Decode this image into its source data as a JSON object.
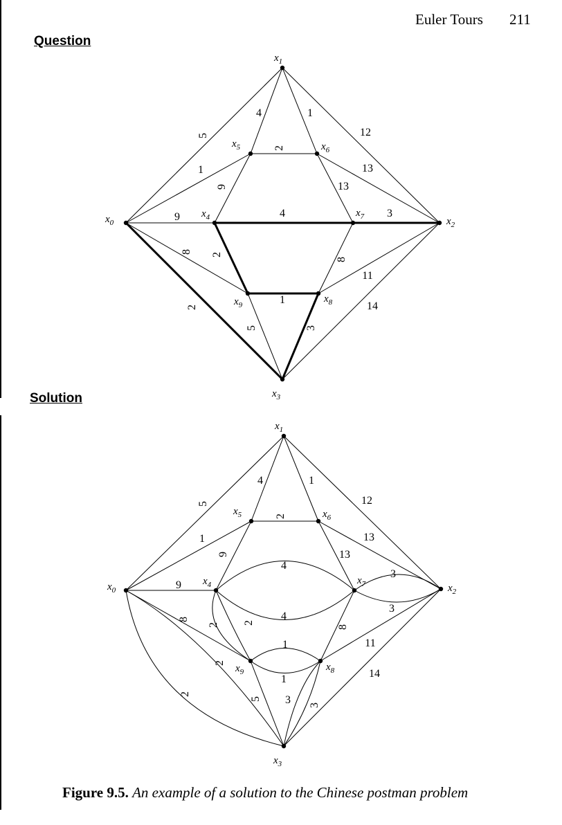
{
  "header": {
    "title": "Euler Tours",
    "page_number": "211"
  },
  "sections": {
    "question_label": "Question",
    "solution_label": "Solution"
  },
  "question_graph": {
    "vertices": [
      "x0",
      "x1",
      "x2",
      "x3",
      "x4",
      "x5",
      "x6",
      "x7",
      "x8",
      "x9"
    ],
    "edges": [
      {
        "from": "x0",
        "to": "x1",
        "weight": "5",
        "bold": false
      },
      {
        "from": "x0",
        "to": "x5",
        "weight": "1",
        "bold": false
      },
      {
        "from": "x0",
        "to": "x4",
        "weight": "9",
        "bold": false
      },
      {
        "from": "x0",
        "to": "x9",
        "weight": "8",
        "bold": false
      },
      {
        "from": "x0",
        "to": "x3",
        "weight": "2",
        "bold": true
      },
      {
        "from": "x1",
        "to": "x5",
        "weight": "4",
        "bold": false
      },
      {
        "from": "x1",
        "to": "x6",
        "weight": "1",
        "bold": false
      },
      {
        "from": "x1",
        "to": "x2",
        "weight": "12",
        "bold": false
      },
      {
        "from": "x5",
        "to": "x6",
        "weight": "2",
        "bold": false
      },
      {
        "from": "x6",
        "to": "x2",
        "weight": "13",
        "bold": false
      },
      {
        "from": "x5",
        "to": "x4",
        "weight": "9",
        "bold": false
      },
      {
        "from": "x6",
        "to": "x7",
        "weight": "13",
        "bold": false
      },
      {
        "from": "x4",
        "to": "x7",
        "weight": "4",
        "bold": true
      },
      {
        "from": "x7",
        "to": "x2",
        "weight": "3",
        "bold": true
      },
      {
        "from": "x4",
        "to": "x9",
        "weight": "2",
        "bold": true
      },
      {
        "from": "x7",
        "to": "x8",
        "weight": "8",
        "bold": false
      },
      {
        "from": "x9",
        "to": "x8",
        "weight": "1",
        "bold": true
      },
      {
        "from": "x8",
        "to": "x2",
        "weight": "11",
        "bold": false
      },
      {
        "from": "x9",
        "to": "x3",
        "weight": "5",
        "bold": false
      },
      {
        "from": "x8",
        "to": "x3",
        "weight": "3",
        "bold": true
      },
      {
        "from": "x3",
        "to": "x2",
        "weight": "14",
        "bold": false
      }
    ]
  },
  "solution_graph": {
    "vertices": [
      "x0",
      "x1",
      "x2",
      "x3",
      "x4",
      "x5",
      "x6",
      "x7",
      "x8",
      "x9"
    ],
    "edges": [
      {
        "from": "x0",
        "to": "x1",
        "weight": "5"
      },
      {
        "from": "x0",
        "to": "x5",
        "weight": "1"
      },
      {
        "from": "x0",
        "to": "x4",
        "weight": "9"
      },
      {
        "from": "x0",
        "to": "x9",
        "weight": "8"
      },
      {
        "from": "x0",
        "to": "x3",
        "weight": "2"
      },
      {
        "from": "x0",
        "to": "x3",
        "weight": "2"
      },
      {
        "from": "x1",
        "to": "x5",
        "weight": "4"
      },
      {
        "from": "x1",
        "to": "x6",
        "weight": "1"
      },
      {
        "from": "x1",
        "to": "x2",
        "weight": "12"
      },
      {
        "from": "x5",
        "to": "x6",
        "weight": "2"
      },
      {
        "from": "x6",
        "to": "x2",
        "weight": "13"
      },
      {
        "from": "x5",
        "to": "x4",
        "weight": "9"
      },
      {
        "from": "x6",
        "to": "x7",
        "weight": "13"
      },
      {
        "from": "x4",
        "to": "x7",
        "weight": "4"
      },
      {
        "from": "x4",
        "to": "x7",
        "weight": "4"
      },
      {
        "from": "x7",
        "to": "x2",
        "weight": "3"
      },
      {
        "from": "x7",
        "to": "x2",
        "weight": "3"
      },
      {
        "from": "x4",
        "to": "x9",
        "weight": "2"
      },
      {
        "from": "x4",
        "to": "x9",
        "weight": "2"
      },
      {
        "from": "x7",
        "to": "x8",
        "weight": "8"
      },
      {
        "from": "x9",
        "to": "x8",
        "weight": "1"
      },
      {
        "from": "x9",
        "to": "x8",
        "weight": "1"
      },
      {
        "from": "x8",
        "to": "x2",
        "weight": "11"
      },
      {
        "from": "x9",
        "to": "x3",
        "weight": "5"
      },
      {
        "from": "x8",
        "to": "x3",
        "weight": "3"
      },
      {
        "from": "x8",
        "to": "x3",
        "weight": "3"
      },
      {
        "from": "x3",
        "to": "x2",
        "weight": "14"
      }
    ]
  },
  "caption": {
    "label": "Figure 9.5.",
    "text": "An example of a solution to the Chinese postman problem"
  }
}
